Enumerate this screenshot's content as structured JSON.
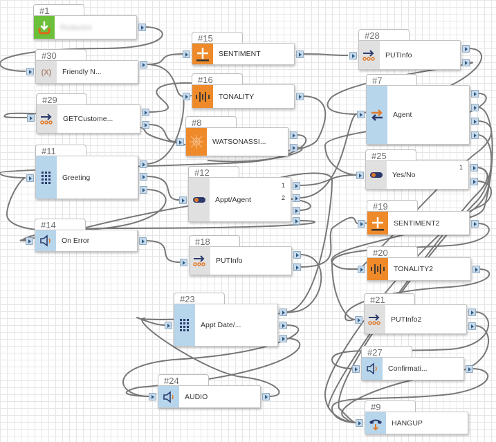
{
  "colors": {
    "green": "#6cbf3a",
    "orange": "#ee8a2a",
    "blue": "#b7d6ec",
    "gray": "#e0e0e0",
    "wire": "#777777"
  },
  "nodes": [
    {
      "id": "#1",
      "label": "Redacted",
      "blurred": true,
      "icon": "download-icon",
      "bg": "green"
    },
    {
      "id": "#30",
      "label": "Friendly N...",
      "icon": "variable-x-icon",
      "bg": "gray"
    },
    {
      "id": "#29",
      "label": "GETCustome...",
      "icon": "api-arrow-icon",
      "bg": "gray"
    },
    {
      "id": "#11",
      "label": "Greeting",
      "icon": "keypad-icon",
      "bg": "blue"
    },
    {
      "id": "#14",
      "label": "On Error",
      "icon": "speaker-icon",
      "bg": "blue"
    },
    {
      "id": "#15",
      "label": "SENTIMENT",
      "icon": "plus-icon",
      "bg": "orange"
    },
    {
      "id": "#16",
      "label": "TONALITY",
      "icon": "waveform-icon",
      "bg": "orange"
    },
    {
      "id": "#8",
      "label": "WATSONASSI...",
      "icon": "watson-icon",
      "bg": "orange"
    },
    {
      "id": "#12",
      "label": "Appt/Agent",
      "icon": "toggle-icon",
      "bg": "gray",
      "outs": [
        "1",
        "2"
      ]
    },
    {
      "id": "#18",
      "label": "PUTInfo",
      "icon": "api-arrow-icon",
      "bg": "gray"
    },
    {
      "id": "#23",
      "label": "Appt Date/...",
      "icon": "keypad-icon",
      "bg": "blue"
    },
    {
      "id": "#24",
      "label": "AUDIO",
      "icon": "speaker-icon",
      "bg": "blue"
    },
    {
      "id": "#28",
      "label": "PUTInfo",
      "icon": "api-arrow-icon",
      "bg": "gray"
    },
    {
      "id": "#7",
      "label": "Agent",
      "icon": "transfer-icon",
      "bg": "blue"
    },
    {
      "id": "#25",
      "label": "Yes/No",
      "icon": "toggle-icon",
      "bg": "gray",
      "outs": [
        "1"
      ]
    },
    {
      "id": "#19",
      "label": "SENTIMENT2",
      "icon": "plus-icon",
      "bg": "orange"
    },
    {
      "id": "#20",
      "label": "TONALITY2",
      "icon": "waveform-icon",
      "bg": "orange"
    },
    {
      "id": "#21",
      "label": "PUTInfo2",
      "icon": "api-arrow-icon",
      "bg": "gray"
    },
    {
      "id": "#27",
      "label": "Confirmati...",
      "icon": "speaker-icon",
      "bg": "blue"
    },
    {
      "id": "#9",
      "label": "HANGUP",
      "icon": "hangup-icon",
      "bg": "blue"
    }
  ]
}
